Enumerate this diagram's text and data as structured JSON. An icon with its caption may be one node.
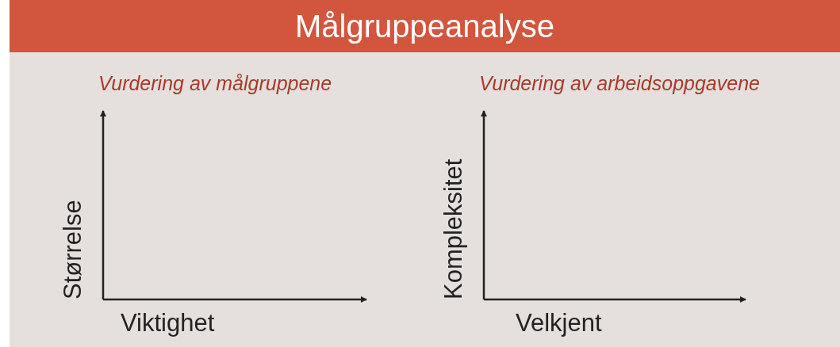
{
  "diagram": {
    "title": "Målgruppeanalyse",
    "labels": [
      "Vurdering av målgruppene",
      "Vurdering av arbeidsoppgavene",
      "Størrelse",
      "Kompleksitet",
      "Viktighet",
      "Velkjent"
    ]
  }
}
